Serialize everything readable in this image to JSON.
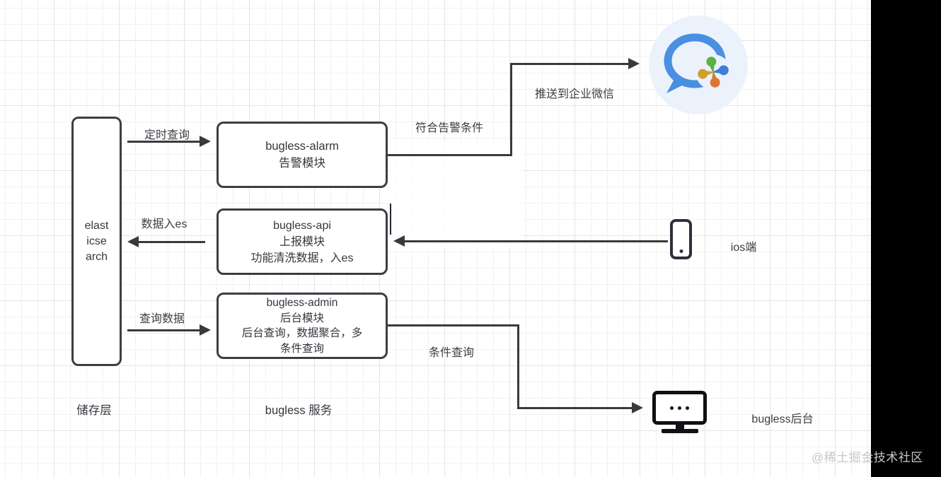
{
  "storage": {
    "box_lines": [
      "elast",
      "icse",
      "arch"
    ],
    "caption": "储存层"
  },
  "services": {
    "caption": "bugless 服务",
    "modules": [
      {
        "id": "bugless-alarm",
        "lines": [
          "bugless-alarm",
          "告警模块"
        ]
      },
      {
        "id": "bugless-api",
        "lines": [
          "bugless-api",
          "上报模块",
          "功能清洗数据，入es"
        ]
      },
      {
        "id": "bugless-admin",
        "lines": [
          "bugless-admin",
          "后台模块",
          "后台查询，数据聚合，多",
          "条件查询"
        ]
      }
    ]
  },
  "edges": {
    "timed_query": "定时查询",
    "data_into_es": "数据入es",
    "query_data": "查询数据",
    "match_alarm_condition": "符合告警条件",
    "push_to_wecom": "推送到企业微信",
    "condition_query": "条件查询"
  },
  "endpoints": {
    "wecom": {
      "icon": "wecom-logo-icon",
      "label": ""
    },
    "ios": {
      "icon": "smartphone-icon",
      "label": "ios端"
    },
    "admin_ui": {
      "icon": "monitor-icon",
      "label": "bugless后台"
    }
  },
  "watermark": "@稀土掘金技术社区",
  "colors": {
    "line": "#3a3a3a",
    "box_border": "#3a3e45",
    "grid_minor": "#f1f1f3",
    "grid_major": "#e4e4e6",
    "black_strip": "#000000",
    "watermark": "#c7c7c7",
    "wecom_bg": "#ecf2fb",
    "wecom_blue": "#4a8fe2",
    "wecom_green": "#5cb243",
    "wecom_yellow": "#d0a02f",
    "wecom_orange": "#dc7733",
    "wecom_droplet_blue": "#3e7ed8",
    "icon_dark": "#2b303a"
  }
}
